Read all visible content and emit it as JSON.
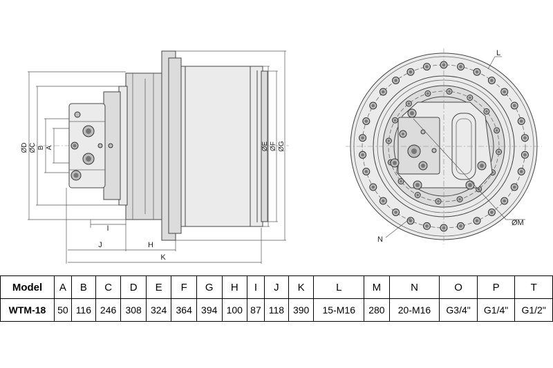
{
  "drawing": {
    "side_labels": {
      "D": "ØD",
      "C": "ØC",
      "B": "B",
      "A": "A",
      "E": "ØE",
      "F": "ØF",
      "G": "ØG",
      "I": "I",
      "J": "J",
      "H": "H",
      "K": "K"
    },
    "front_labels": {
      "L": "L",
      "M": "ØM",
      "N": "N"
    }
  },
  "table": {
    "headers": [
      "Model",
      "A",
      "B",
      "C",
      "D",
      "E",
      "F",
      "G",
      "H",
      "I",
      "J",
      "K",
      "L",
      "M",
      "N",
      "O",
      "P",
      "T"
    ],
    "row": [
      "WTM-18",
      "50",
      "116",
      "246",
      "308",
      "324",
      "364",
      "394",
      "100",
      "87",
      "118",
      "390",
      "15-M16",
      "280",
      "20-M16",
      "G3/4\"",
      "G1/4\"",
      "G1/2\""
    ]
  }
}
